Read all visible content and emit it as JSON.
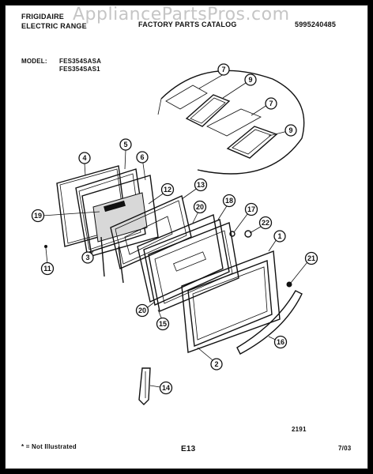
{
  "header": {
    "brand": "FRIGIDAIRE",
    "product": "ELECTRIC RANGE",
    "catalog": "FACTORY PARTS CATALOG",
    "doc_number": "5995240485",
    "model_label": "MODEL:",
    "models": [
      "FES354SASA",
      "FES354SAS1"
    ]
  },
  "watermark": "AppliancePartsPros.com",
  "footer": {
    "note": "* = Not Illustrated",
    "page": "E13",
    "date": "7/03",
    "fig_number": "2191"
  },
  "callouts": [
    "1",
    "2",
    "3",
    "4",
    "5",
    "6",
    "7",
    "9",
    "7",
    "9",
    "11",
    "12",
    "13",
    "14",
    "15",
    "16",
    "17",
    "18",
    "19",
    "20",
    "20",
    "21",
    "22"
  ]
}
